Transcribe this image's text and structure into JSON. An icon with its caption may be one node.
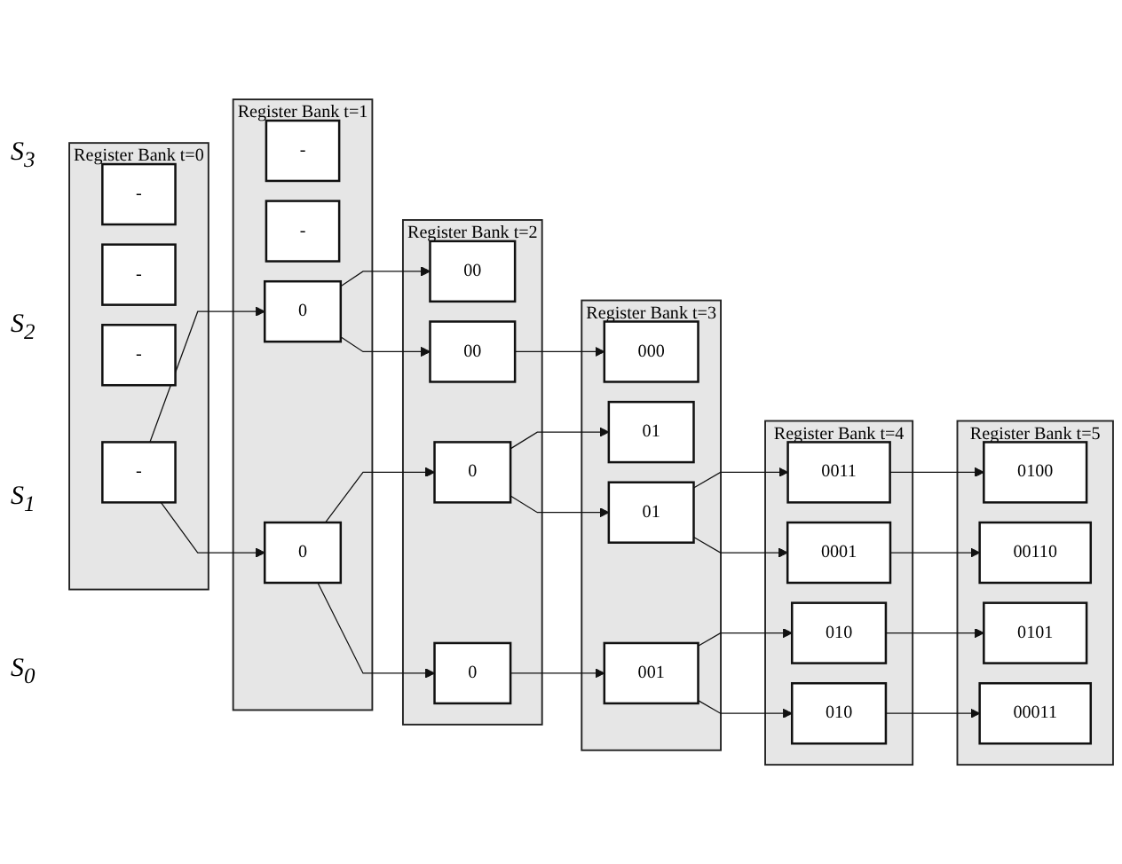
{
  "diagram": {
    "nodes": [
      {
        "text": [
          "Register Bank t=0"
        ]
      },
      {
        "text": [
          "-"
        ],
        "in": 0
      },
      {
        "text": [
          "-"
        ],
        "in": 0
      },
      {
        "text": [
          "-"
        ],
        "in": 0
      },
      {
        "text": [
          "-"
        ],
        "in": 0
      },
      {
        "text": [
          "Register Bank t=1"
        ]
      },
      {
        "text": [
          "-"
        ],
        "in": 5
      },
      {
        "text": [
          "-"
        ],
        "in": 5
      },
      {
        "text": [
          "0"
        ],
        "in": 5
      },
      {
        "text": [
          "0"
        ],
        "in": 5
      },
      {
        "text": [
          "Register Bank t=2"
        ]
      },
      {
        "text": [
          "0"
        ],
        "in": 10
      },
      {
        "text": [
          "0"
        ],
        "in": 10
      },
      {
        "text": [
          "00"
        ],
        "in": 10
      },
      {
        "text": [
          "00"
        ],
        "in": 10
      },
      {
        "text": [
          "Register Bank t=3"
        ]
      },
      {
        "text": [
          "01"
        ],
        "in": 15
      },
      {
        "text": [
          "01"
        ],
        "in": 15
      },
      {
        "text": [
          "001"
        ],
        "in": 15
      },
      {
        "text": [
          "000"
        ],
        "in": 15
      },
      {
        "text": [
          "Register Bank t=4"
        ]
      },
      {
        "text": [
          "010"
        ],
        "in": 20
      },
      {
        "text": [
          "010"
        ],
        "in": 20
      },
      {
        "text": [
          "0011"
        ],
        "in": 20
      },
      {
        "text": [
          "0001"
        ],
        "in": 20
      },
      {
        "text": [
          "Register Bank t=5"
        ]
      },
      {
        "text": [
          "0101"
        ],
        "in": 25
      },
      {
        "text": [
          "0100"
        ],
        "in": 25
      },
      {
        "text": [
          "00110"
        ],
        "in": 25
      },
      {
        "text": [
          "00011"
        ],
        "in": 25
      }
    ],
    "edges": [
      {
        "from": 4,
        "to": 9,
        "arrow": "to"
      },
      {
        "from": 4,
        "to": 8,
        "arrow": "to"
      },
      {
        "from": 8,
        "to": 11,
        "arrow": "to"
      },
      {
        "from": 8,
        "to": 12,
        "arrow": "to"
      },
      {
        "from": 9,
        "to": 13,
        "arrow": "to"
      },
      {
        "from": 9,
        "to": 14,
        "arrow": "to"
      },
      {
        "from": 11,
        "to": 16,
        "arrow": "to"
      },
      {
        "from": 11,
        "to": 17,
        "arrow": "to"
      },
      {
        "from": 12,
        "to": 18,
        "arrow": "to"
      },
      {
        "from": 14,
        "to": 19,
        "arrow": "to"
      },
      {
        "from": 17,
        "to": 23,
        "arrow": "to"
      },
      {
        "from": 17,
        "to": 24,
        "arrow": "to"
      },
      {
        "from": 18,
        "to": 21,
        "arrow": "to"
      },
      {
        "from": 18,
        "to": 22,
        "arrow": "to"
      },
      {
        "from": 21,
        "to": 26,
        "arrow": "to"
      },
      {
        "from": 22,
        "to": 29,
        "arrow": "to"
      },
      {
        "from": 23,
        "to": 27,
        "arrow": "to"
      },
      {
        "from": 24,
        "to": 28,
        "arrow": "to"
      }
    ],
    "labels": [
      "S$_{3}$",
      "S$_{2}$",
      "S$_{1}$",
      "S$_{0}$"
    ]
  }
}
